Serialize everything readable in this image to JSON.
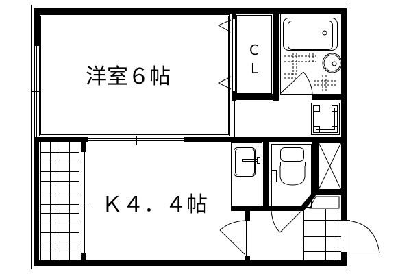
{
  "floor_plan": {
    "rooms": {
      "western_room": "洋室６帖",
      "kitchen": "Ｋ４．４帖",
      "closet_c": "C",
      "closet_l": "L"
    },
    "colors": {
      "line": "#000000",
      "background": "#ffffff"
    }
  }
}
